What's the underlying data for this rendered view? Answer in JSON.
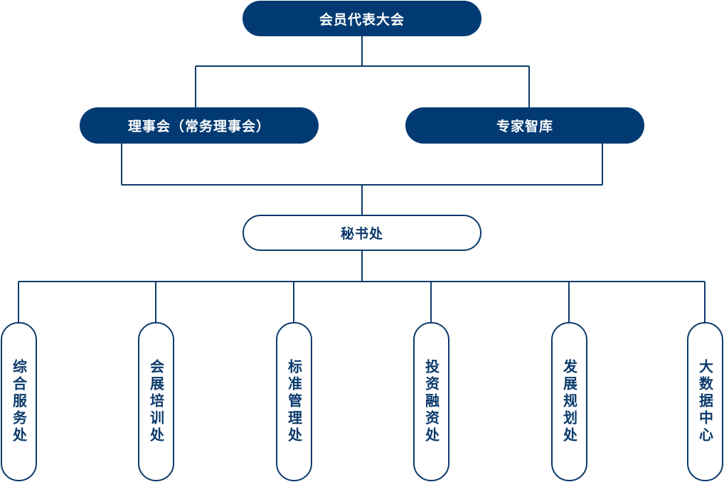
{
  "org_chart": {
    "top": {
      "label": "会员代表大会"
    },
    "level2": [
      {
        "label": "理事会（常务理事会）"
      },
      {
        "label": "专家智库"
      }
    ],
    "secretariat": {
      "label": "秘书处"
    },
    "departments": [
      {
        "label": "综合服务处"
      },
      {
        "label": "会展培训处"
      },
      {
        "label": "标准管理处"
      },
      {
        "label": "投资融资处"
      },
      {
        "label": "发展规划处"
      },
      {
        "label": "大数据中心"
      }
    ],
    "colors": {
      "primary": "#023b73",
      "line": "#0b3a6b",
      "background": "#ffffff"
    }
  }
}
